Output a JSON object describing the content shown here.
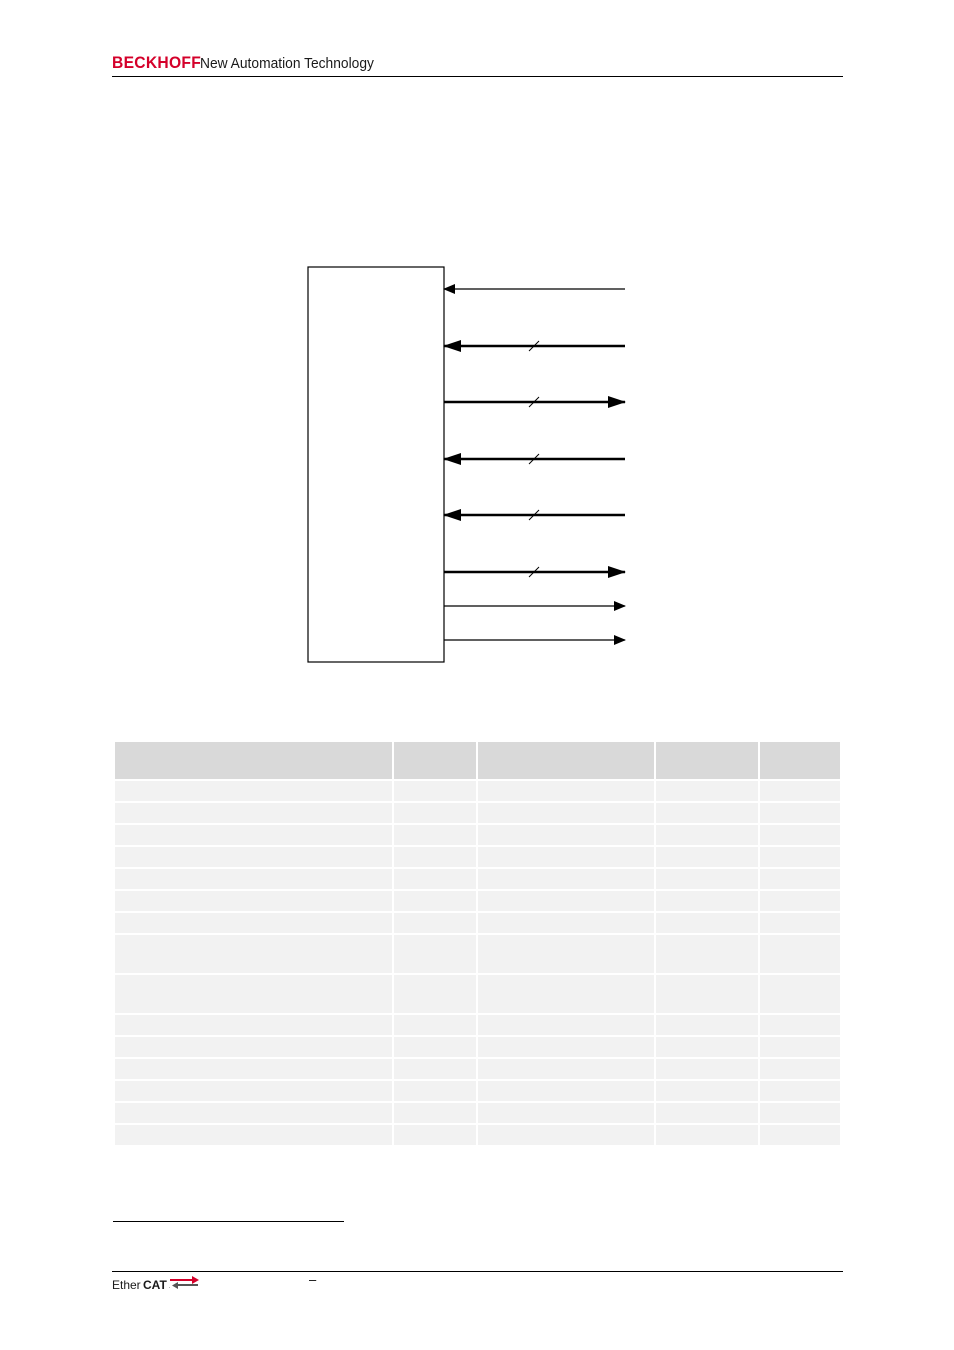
{
  "header": {
    "brand": "BECKHOFF",
    "tagline": "New Automation Technology"
  },
  "table": {
    "column_count": 5,
    "row_count": 16
  },
  "footer": {
    "logo_word": "Ether",
    "logo_word_bold": "CAT",
    "logo_mark": ".",
    "dash": "–"
  },
  "colors": {
    "brand_red": "#d4002a",
    "table_header": "#d9d9d9",
    "table_cell": "#f2f2f2"
  }
}
